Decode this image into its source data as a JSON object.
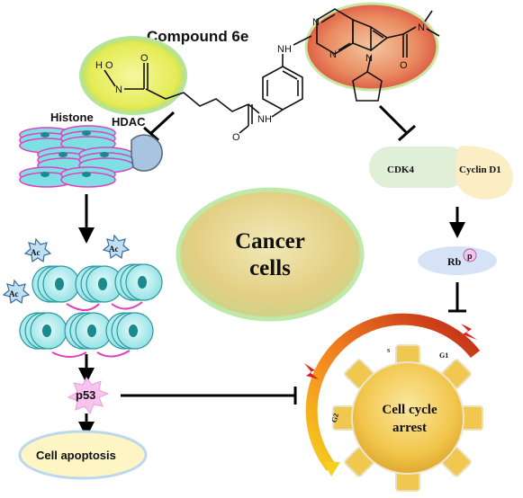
{
  "compound": {
    "title": "Compound 6e",
    "atoms": {
      "n1": "N",
      "n2": "N",
      "n3": "N",
      "nh_left": "NH",
      "o_hydroxamic": "O",
      "nh_hydroxamic": "N",
      "h_hydroxamic": "H",
      "o_hydroxyl": "O",
      "nh_amide": "NH",
      "o_amide": "O",
      "o_carboxamide": "O",
      "n_dimethyl": "N"
    }
  },
  "left_pathway": {
    "histone_label": "Histone",
    "hdac_label": "HDAC",
    "ac_label": "Ac",
    "p53_label": "p53",
    "apoptosis_label": "Cell apoptosis"
  },
  "center": {
    "cancer_line1": "Cancer",
    "cancer_line2": "cells"
  },
  "right_pathway": {
    "cdk4_label": "CDK4",
    "cyclin_label": "Cyclin D1",
    "rb_label": "Rb",
    "p_label": "p",
    "phase_g1": "G1",
    "phase_s": "S",
    "phase_g2": "G2",
    "arrest_line1": "Cell cycle",
    "arrest_line2": "arrest"
  },
  "colors": {
    "hdac_highlight": "#e8ef6a",
    "cdk_highlight": "#e0603a",
    "nucleosome": "#22aab0",
    "histone_band": "#e040c0",
    "cancer_cell": "#e6d78a",
    "cog": "#f0c850",
    "arrow": "#000000"
  }
}
